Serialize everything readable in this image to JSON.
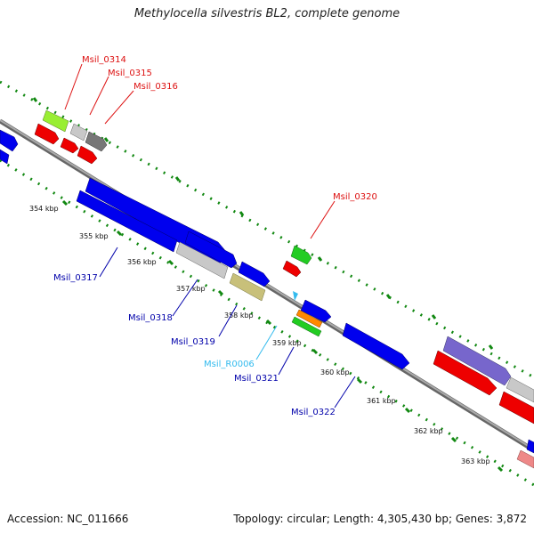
{
  "title": "Methylocella silvestris BL2, complete genome",
  "footer": {
    "accession": "Accession: NC_011666",
    "topology": "Topology: circular; Length: 4,305,430 bp; Genes: 3,872"
  },
  "colors": {
    "blue": "#0000ee",
    "red": "#ee0000",
    "lime": "#99ee33",
    "light_gray": "#c8c8c8",
    "dark_gray": "#777777",
    "khaki": "#c8c07a",
    "green": "#22cc22",
    "orange": "#ff8800",
    "purple": "#7766cc",
    "pink": "#ee8888",
    "cyan_label": "#33bbee",
    "red_label": "#dd1111",
    "blue_label": "#0000aa",
    "backbone": "#888888",
    "tick_green": "#118811"
  },
  "kbp_labels": [
    "354 kbp",
    "355 kbp",
    "356 kbp",
    "357 kbp",
    "358 kbp",
    "359 kbp",
    "360 kbp",
    "361 kbp",
    "362 kbp",
    "363 kbp"
  ],
  "gene_labels": {
    "msil_0314": "Msil_0314",
    "msil_0315": "Msil_0315",
    "msil_0316": "Msil_0316",
    "msil_0317": "Msil_0317",
    "msil_0318": "Msil_0318",
    "msil_0319": "Msil_0319",
    "msil_0320": "Msil_0320",
    "msil_r0006": "Msil_R0006",
    "msil_0321": "Msil_0321",
    "msil_0322": "Msil_0322"
  }
}
